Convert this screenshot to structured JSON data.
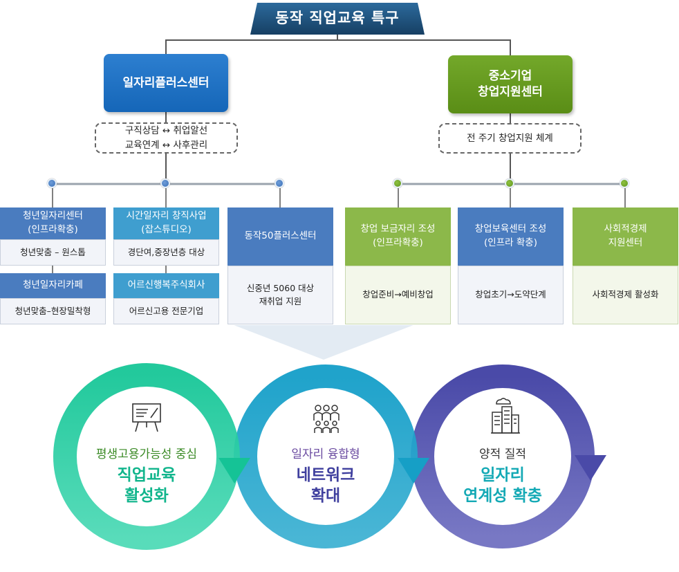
{
  "title": "동작 직업교육 특구",
  "left_center": {
    "title": "일자리플러스센터",
    "flow_line1": "구직상담 ↔ 취업알선",
    "flow_line2": "교육연계 ↔ 사후관리"
  },
  "right_center": {
    "title_line1": "중소기업",
    "title_line2": "창업지원센터",
    "flow": "전 주기 창업지원 체계"
  },
  "left_cards": {
    "youth_center": {
      "head_line1": "청년일자리센터",
      "head_line2": "(인프라확충)",
      "body": "청년맞춤 – 원스톱"
    },
    "youth_cafe": {
      "head": "청년일자리카페",
      "body": "청년맞춤–현장밀착형"
    },
    "part_time": {
      "head_line1": "시간일자리 창직사업",
      "head_line2": "(잡스튜디오)",
      "body": "경단여,중장년층 대상"
    },
    "senior_company": {
      "head": "어르신행복주식회사",
      "body": "어르신고용 전문기업"
    },
    "dongjak50": {
      "head": "동작50플러스센터",
      "body_line1": "신중년 5060 대상",
      "body_line2": "재취업 지원"
    }
  },
  "right_cards": {
    "startup_nest": {
      "head_line1": "창업 보금자리 조성",
      "head_line2": "(인프라확충)",
      "body": "창업준비→예비창업"
    },
    "incubator": {
      "head_line1": "창업보육센터 조성",
      "head_line2": "(인프라 확충)",
      "body": "창업초기→도약단계"
    },
    "social_economy": {
      "head_line1": "사회적경제",
      "head_line2": "지원센터",
      "body": "사회적경제 활성화"
    }
  },
  "circles": [
    {
      "sub": "평생고용가능성 중심",
      "main_line1": "직업교육",
      "main_line2": "활성화",
      "icon": "presentation-board-icon",
      "color": "#1dc39a"
    },
    {
      "sub": "일자리 융합형",
      "main_line1": "네트워크",
      "main_line2": "확대",
      "icon": "people-group-icon",
      "color": "#1a9fc8"
    },
    {
      "sub": "양적 질적",
      "main_line1": "일자리",
      "main_line2": "연계성 확충",
      "icon": "building-cloud-icon",
      "color": "#5a5ab5"
    }
  ],
  "colors": {
    "title_banner": "#1f4e7a",
    "left_center": "#1f70c1",
    "right_center": "#669a20"
  }
}
